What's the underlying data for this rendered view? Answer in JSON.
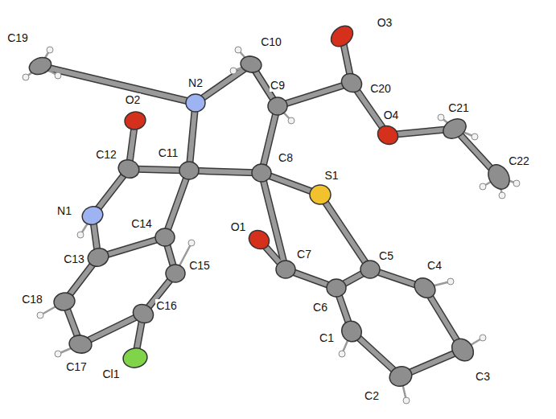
{
  "diagram": {
    "labels": [
      "C19",
      "N2",
      "C10",
      "O3",
      "C20",
      "C9",
      "O4",
      "C21",
      "C22",
      "O2",
      "C12",
      "C11",
      "C8",
      "S1",
      "N1",
      "C14",
      "O1",
      "C7",
      "C5",
      "C13",
      "C15",
      "C6",
      "C4",
      "C18",
      "C16",
      "C3",
      "C17",
      "Cl1",
      "C1",
      "C2"
    ]
  }
}
